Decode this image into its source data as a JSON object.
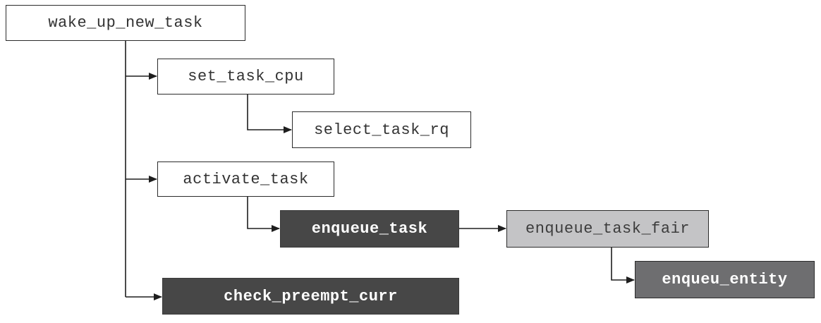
{
  "nodes": {
    "wake_up_new_task": "wake_up_new_task",
    "set_task_cpu": "set_task_cpu",
    "select_task_rq": "select_task_rq",
    "activate_task": "activate_task",
    "enqueue_task": "enqueue_task",
    "enqueue_task_fair": "enqueue_task_fair",
    "enqueu_entity": "enqueu_entity",
    "check_preempt_curr": "check_preempt_curr"
  },
  "colors": {
    "line": "#1e1e1e",
    "white_box": "#ffffff",
    "dark_box": "#474747",
    "light_box": "#c4c4c6",
    "mid_box": "#6e6e70"
  },
  "edges": [
    {
      "from": "wake_up_new_task",
      "to": "set_task_cpu"
    },
    {
      "from": "wake_up_new_task",
      "to": "activate_task"
    },
    {
      "from": "wake_up_new_task",
      "to": "check_preempt_curr"
    },
    {
      "from": "set_task_cpu",
      "to": "select_task_rq"
    },
    {
      "from": "activate_task",
      "to": "enqueue_task"
    },
    {
      "from": "enqueue_task",
      "to": "enqueue_task_fair"
    },
    {
      "from": "enqueue_task_fair",
      "to": "enqueu_entity"
    }
  ]
}
